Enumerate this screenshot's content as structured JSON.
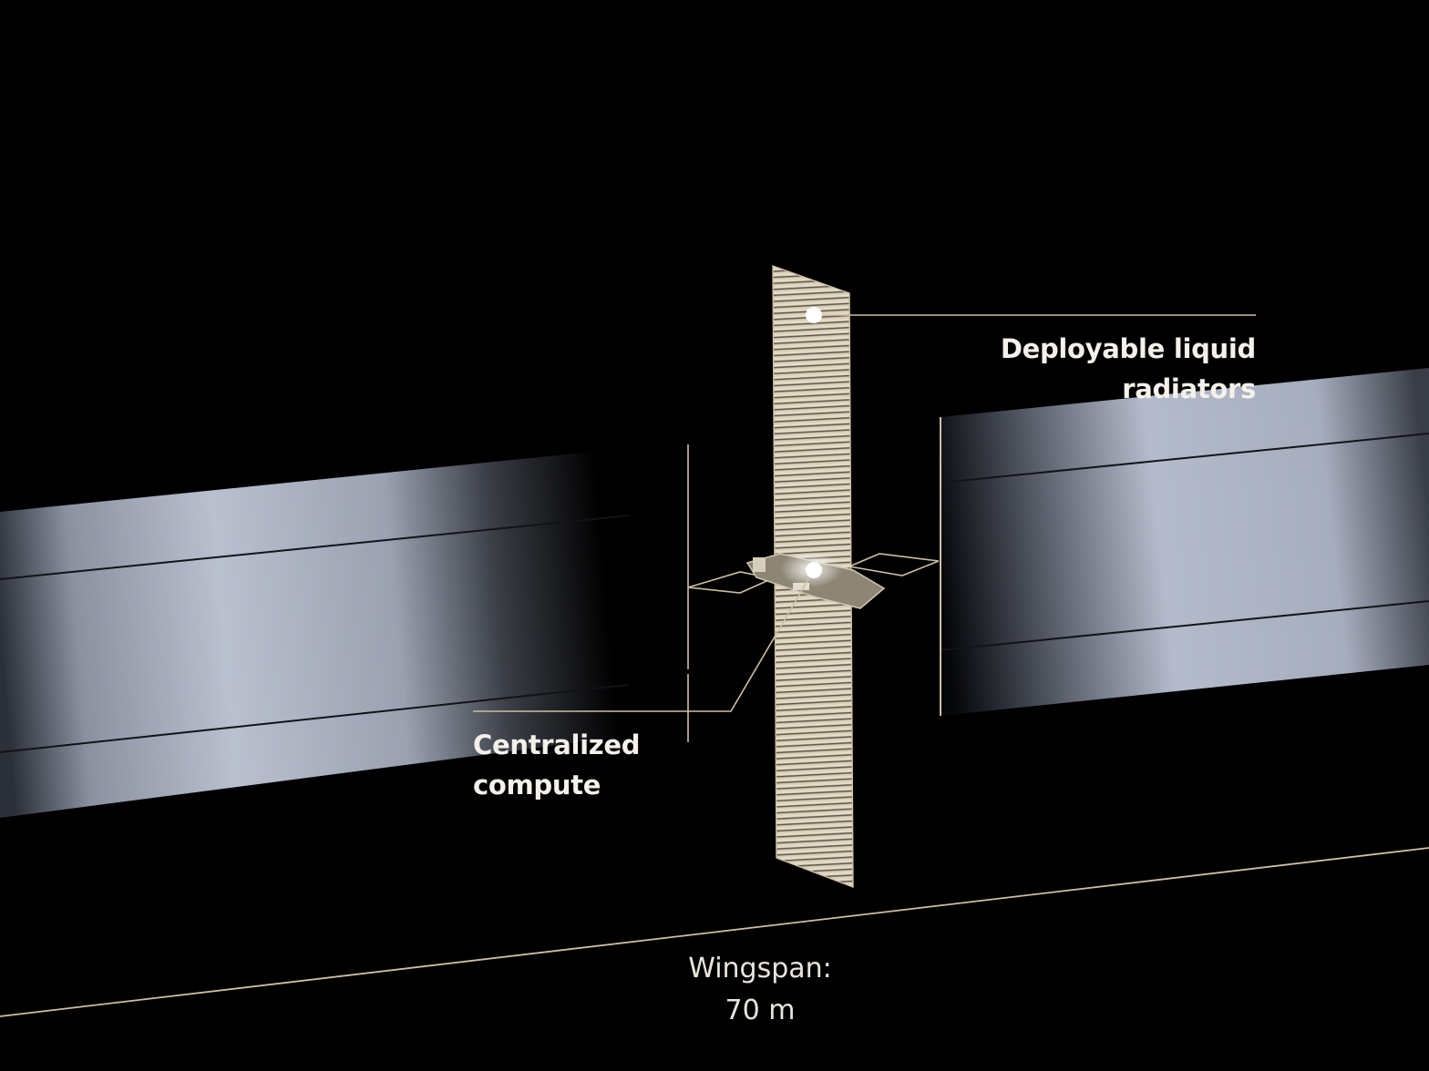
{
  "labels": {
    "radiators": [
      "Deployable liquid",
      "radiators"
    ],
    "compute": [
      "Centralized",
      "compute"
    ],
    "wingspan": [
      "Wingspan:",
      "70 m"
    ]
  },
  "colors": {
    "background": "#000000",
    "panel": "#b9c0d0",
    "radiator": "#d8cebb",
    "leader_line": "#cdbfa4",
    "text": "#f4f1ea"
  }
}
